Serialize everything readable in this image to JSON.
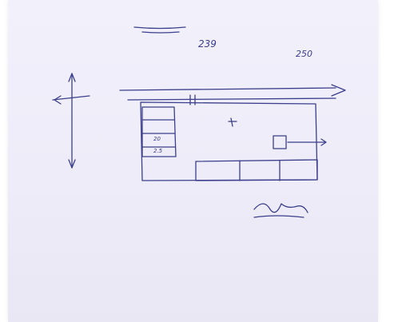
{
  "sheet": {
    "title": "",
    "line1": {
      "left_text": "",
      "number_a": "239",
      "mid_text": "",
      "number_b": "250"
    },
    "line2": {
      "text": ""
    },
    "north_label": "",
    "south_label": "",
    "west_label": "",
    "east_label": "",
    "road_label": "",
    "rooms": {
      "main": "",
      "right": "",
      "bottom_1": "",
      "bottom_2": "",
      "bottom_3": "",
      "left_1": "",
      "left_2": "",
      "left_3": ""
    },
    "measurements": {
      "gate": "",
      "m_20": "20",
      "m_2_5": "2.5"
    },
    "signature_caption": ""
  }
}
